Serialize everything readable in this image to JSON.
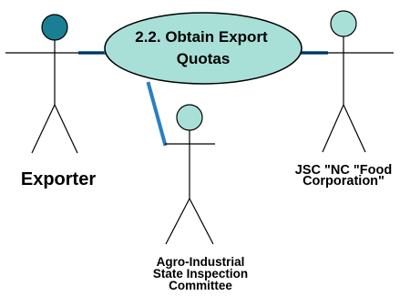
{
  "use_case": {
    "lines": [
      "2.2. Obtain Export",
      "Quotas"
    ],
    "fill_color": "#a8e0d8"
  },
  "actors": [
    {
      "id": "exporter",
      "lines": [
        "Exporter"
      ],
      "head_color": "#1a7f94"
    },
    {
      "id": "agro",
      "lines": [
        "Agro-Industrial",
        "State Inspection",
        "Committee"
      ],
      "head_color": "#a8e0d8"
    },
    {
      "id": "jsc",
      "lines": [
        "JSC \"NC \"Food",
        "Corporation\""
      ],
      "head_color": "#a8e0d8"
    }
  ],
  "colors": {
    "association": "#2b7fc1",
    "outline": "#000000"
  }
}
